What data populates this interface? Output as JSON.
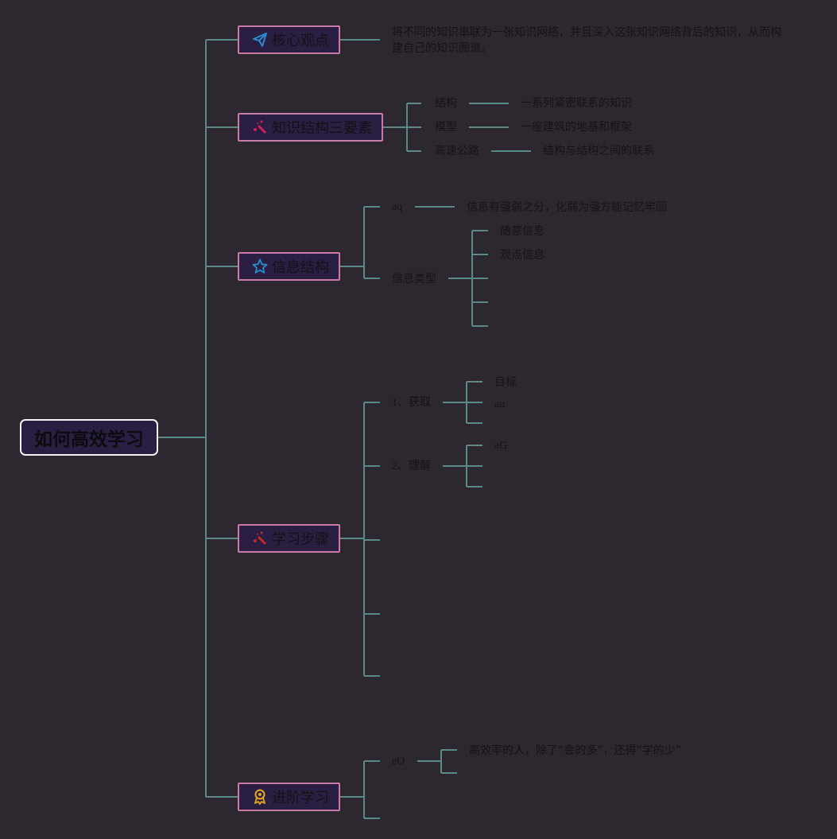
{
  "root": {
    "label": "如何高效学习"
  },
  "branches": {
    "core": {
      "label": "核心观点",
      "icon": "paper-plane-icon",
      "text_line1": "将不同的知识串联为一张知识网络，并且深入这张知识网络背后的知识，从而构",
      "text_line2": "建自己的知识图谱。"
    },
    "elements": {
      "label": "知识结构三要素",
      "icon": "magic-wand-icon",
      "items": [
        {
          "label": "结构",
          "detail": "一系列紧密联系的知识"
        },
        {
          "label": "模型",
          "detail": "一座建筑的地基和框架"
        },
        {
          "label": "高速公路",
          "detail": "结构与结构之间的联系"
        }
      ]
    },
    "info": {
      "label": "信息结构",
      "icon": "star-icon",
      "aq": {
        "label": "aq",
        "detail": "信息有强弱之分，化弱为强方能记忆牢固"
      },
      "types": {
        "label": "信息类型",
        "items": [
          "随意信息",
          "观点信息"
        ]
      }
    },
    "steps": {
      "label": "学习步骤",
      "icon": "magic-wand-icon",
      "step1": {
        "label": "1、获取",
        "items": [
          "目标",
          "au"
        ]
      },
      "step2": {
        "label": "2、理解",
        "items": [
          "aG"
        ]
      }
    },
    "advanced": {
      "label": "进阶学习",
      "icon": "award-icon",
      "eo": {
        "label": "eO",
        "detail": "高效率的人，除了“会的多”，还得“学的少”"
      }
    }
  },
  "colors": {
    "background": "#2d2730",
    "line": "#5b8985",
    "box_border": "#c97aa6",
    "box_fill": "#2a1f42"
  }
}
